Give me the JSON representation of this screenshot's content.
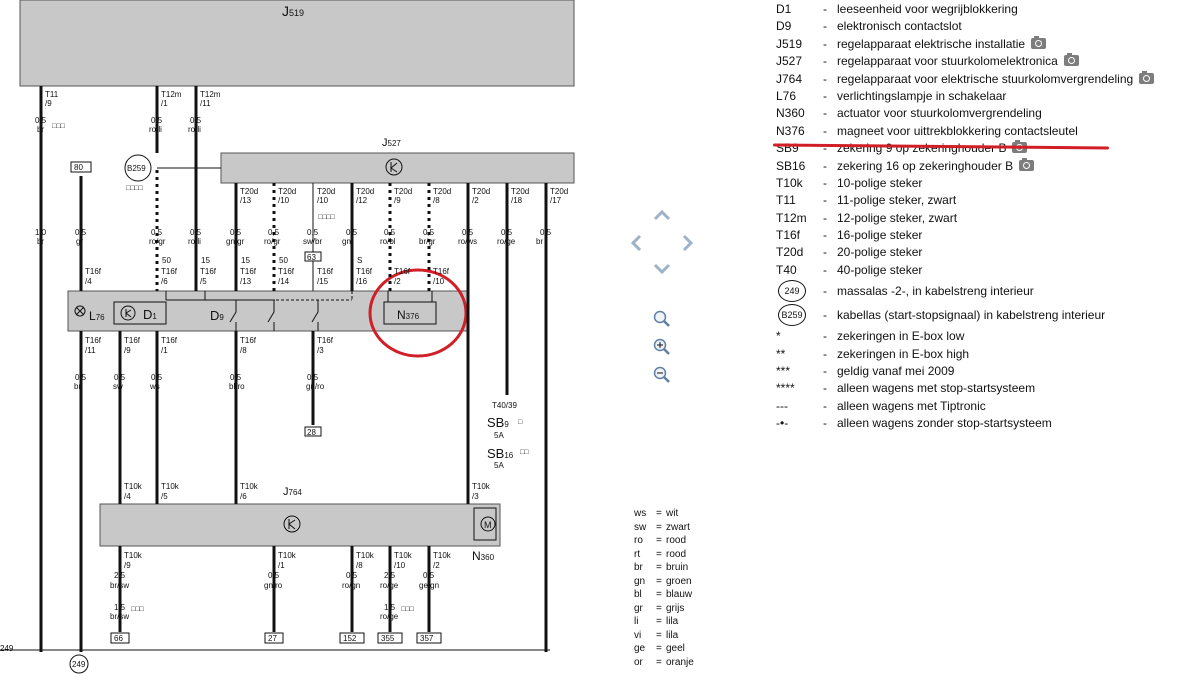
{
  "modules": {
    "j519": {
      "name": "J",
      "sub": "519"
    },
    "j527": {
      "name": "J",
      "sub": "527"
    },
    "j764": {
      "name": "J",
      "sub": "764"
    },
    "l76": {
      "name": "L",
      "sub": "76"
    },
    "d1": {
      "name": "D",
      "sub": "1"
    },
    "d9": {
      "name": "D",
      "sub": "9"
    },
    "n376": {
      "name": "N",
      "sub": "376"
    },
    "n360": {
      "name": "N",
      "sub": "360"
    },
    "b259": "B259",
    "sb9": {
      "name": "SB",
      "sub": "9",
      "amp": "5A"
    },
    "sb16": {
      "name": "SB",
      "sub": "16",
      "amp": "5A"
    },
    "t4039": "T40/39",
    "ground_249": "249",
    "left_249": "249"
  },
  "wires_top": [
    {
      "id": "w1",
      "conn": "T11",
      "pin": "/9",
      "size": "0,5",
      "color": "br",
      "note": "□□□"
    },
    {
      "id": "w2",
      "conn": "T12m",
      "pin": "/1",
      "size": "0,5",
      "color": "ro/li"
    },
    {
      "id": "w3",
      "conn": "T12m",
      "pin": "/11",
      "size": "0,5",
      "color": "ro/li"
    }
  ],
  "left_main": {
    "size": "1,0",
    "color": "br"
  },
  "b259_note": "□□□□",
  "box80": "80",
  "j527_pins": [
    {
      "id": "p1",
      "conn": "T20d",
      "pin": "/13",
      "size": "0,5",
      "color": "gn/gr"
    },
    {
      "id": "p2",
      "conn": "T20d",
      "pin": "/10",
      "size": "0,5",
      "color": "ro/gr"
    },
    {
      "id": "p3",
      "conn": "T20d",
      "pin": "/10",
      "size": "0,5",
      "color": "sw/br",
      "note": "□□□□",
      "box": "63"
    },
    {
      "id": "p4",
      "conn": "T20d",
      "pin": "/12",
      "size": "0,5",
      "color": "gn"
    },
    {
      "id": "p5",
      "conn": "T20d",
      "pin": "/9",
      "size": "0,5",
      "color": "ro/bl"
    },
    {
      "id": "p6",
      "conn": "T20d",
      "pin": "/8",
      "size": "0,5",
      "color": "br/gr"
    },
    {
      "id": "p7",
      "conn": "T20d",
      "pin": "/2",
      "size": "0,5",
      "color": "ro/ws"
    },
    {
      "id": "p8",
      "conn": "T20d",
      "pin": "/18",
      "size": "0,5",
      "color": "ro/ge"
    },
    {
      "id": "p9",
      "conn": "T20d",
      "pin": "/17",
      "size": "0,5",
      "color": "br"
    }
  ],
  "gr_wire": {
    "size": "0,5",
    "color": "gr"
  },
  "rogr_wire": {
    "size": "0,5",
    "color": "ro/gr"
  },
  "roli_wire": {
    "size": "0,5",
    "color": "ro/li"
  },
  "t16f_top": [
    {
      "id": "t1",
      "conn": "T16f",
      "pin": "/4"
    },
    {
      "id": "t2",
      "conn": "T16f",
      "pin": "/6",
      "term": "50"
    },
    {
      "id": "t3",
      "conn": "T16f",
      "pin": "/5",
      "term": "15"
    },
    {
      "id": "t4",
      "conn": "T16f",
      "pin": "/13",
      "term": "15"
    },
    {
      "id": "t5",
      "conn": "T16f",
      "pin": "/14",
      "term": "50"
    },
    {
      "id": "t6",
      "conn": "T16f",
      "pin": "/15"
    },
    {
      "id": "t7",
      "conn": "T16f",
      "pin": "/16",
      "term": "S"
    },
    {
      "id": "t8",
      "conn": "T16f",
      "pin": "/2"
    },
    {
      "id": "t9",
      "conn": "T16f",
      "pin": "/10"
    }
  ],
  "t16f_bottom": [
    {
      "id": "b1",
      "conn": "T16f",
      "pin": "/11",
      "size": "0,5",
      "color": "br"
    },
    {
      "id": "b2",
      "conn": "T16f",
      "pin": "/9",
      "size": "0,5",
      "color": "sw"
    },
    {
      "id": "b3",
      "conn": "T16f",
      "pin": "/1",
      "size": "0,5",
      "color": "ws"
    },
    {
      "id": "b4",
      "conn": "T16f",
      "pin": "/8",
      "size": "0,5",
      "color": "bl/ro"
    },
    {
      "id": "b5",
      "conn": "T16f",
      "pin": "/3",
      "size": "0,5",
      "color": "gn/ro",
      "box": "28"
    }
  ],
  "sb9_note": "□",
  "sb16_note": "□□",
  "t10k_top": [
    {
      "id": "k1",
      "conn": "T10k",
      "pin": "/4"
    },
    {
      "id": "k2",
      "conn": "T10k",
      "pin": "/5"
    },
    {
      "id": "k3",
      "conn": "T10k",
      "pin": "/6"
    },
    {
      "id": "k4",
      "conn": "T10k",
      "pin": "/3"
    }
  ],
  "t10k_bottom": [
    {
      "id": "m1",
      "conn": "T10k",
      "pin": "/9",
      "size": "2,5",
      "color": "br/sw",
      "size2": "1,5",
      "color2": "br/sw",
      "note": "□□□",
      "box": "66"
    },
    {
      "id": "m2",
      "conn": "T10k",
      "pin": "/1",
      "size": "0,5",
      "color": "gn/ro",
      "box": "27"
    },
    {
      "id": "m3",
      "conn": "T10k",
      "pin": "/8",
      "size": "0,5",
      "color": "ro/gn",
      "box": "152"
    },
    {
      "id": "m4",
      "conn": "T10k",
      "pin": "/10",
      "size": "2,5",
      "color": "ro/ge",
      "size2": "1,5",
      "color2": "ro/ge",
      "note": "□□□",
      "box": "355"
    },
    {
      "id": "m5",
      "conn": "T10k",
      "pin": "/2",
      "size": "0,5",
      "color": "ge/gn",
      "box": "357"
    }
  ],
  "legend": [
    {
      "code": "D1",
      "dash": "-",
      "desc": "leeseenheid voor wegrijblokkering"
    },
    {
      "code": "D9",
      "dash": "-",
      "desc": "elektronisch contactslot"
    },
    {
      "code": "J519",
      "dash": "-",
      "desc": "regelapparaat elektrische installatie",
      "camera": true
    },
    {
      "code": "J527",
      "dash": "-",
      "desc": "regelapparaat voor stuurkolomelektronica",
      "camera": true
    },
    {
      "code": "J764",
      "dash": "-",
      "desc": "regelapparaat voor elektrische stuurkolomvergrendeling",
      "camera": true
    },
    {
      "code": "L76",
      "dash": "-",
      "desc": "verlichtingslampje in schakelaar"
    },
    {
      "code": "N360",
      "dash": "-",
      "desc": "actuator voor stuurkolomvergrendeling"
    },
    {
      "code": "N376",
      "dash": "-",
      "desc": "magneet voor uittrekblokkering contactsleutel"
    },
    {
      "code": "SB9",
      "dash": "-",
      "desc": "zekering 9 op zekeringhouder B",
      "camera": true
    },
    {
      "code": "SB16",
      "dash": "-",
      "desc": "zekering 16 op zekeringhouder B",
      "camera": true
    },
    {
      "code": "T10k",
      "dash": "-",
      "desc": "10-polige steker"
    },
    {
      "code": "T11",
      "dash": "-",
      "desc": "11-polige steker, zwart"
    },
    {
      "code": "T12m",
      "dash": "-",
      "desc": "12-polige steker, zwart"
    },
    {
      "code": "T16f",
      "dash": "-",
      "desc": "16-polige steker"
    },
    {
      "code": "T20d",
      "dash": "-",
      "desc": "20-polige steker"
    },
    {
      "code": "T40",
      "dash": "-",
      "desc": "40-polige steker"
    },
    {
      "code": "249",
      "dash": "-",
      "desc": "massalas -2-, in kabelstreng interieur",
      "circle": true
    },
    {
      "code": "B259",
      "dash": "-",
      "desc": "kabellas (start-stopsignaal) in kabelstreng interieur",
      "circle": true
    },
    {
      "code": "*",
      "dash": "-",
      "desc": "zekeringen in E-box low"
    },
    {
      "code": "**",
      "dash": "-",
      "desc": "zekeringen in E-box high"
    },
    {
      "code": "***",
      "dash": "-",
      "desc": "geldig vanaf mei 2009"
    },
    {
      "code": "****",
      "dash": "-",
      "desc": "alleen wagens met stop-startsysteem"
    },
    {
      "code": "---",
      "dash": "-",
      "desc": "alleen wagens met Tiptronic"
    },
    {
      "code": "-•-",
      "dash": "-",
      "desc": "alleen wagens zonder stop-startsysteem"
    }
  ],
  "colors": [
    {
      "abbr": "ws",
      "eq": "=",
      "name": "wit"
    },
    {
      "abbr": "sw",
      "eq": "=",
      "name": "zwart"
    },
    {
      "abbr": "ro",
      "eq": "=",
      "name": "rood"
    },
    {
      "abbr": "rt",
      "eq": "=",
      "name": "rood"
    },
    {
      "abbr": "br",
      "eq": "=",
      "name": "bruin"
    },
    {
      "abbr": "gn",
      "eq": "=",
      "name": "groen"
    },
    {
      "abbr": "bl",
      "eq": "=",
      "name": "blauw"
    },
    {
      "abbr": "gr",
      "eq": "=",
      "name": "grijs"
    },
    {
      "abbr": "li",
      "eq": "=",
      "name": "lila"
    },
    {
      "abbr": "vi",
      "eq": "=",
      "name": "lila"
    },
    {
      "abbr": "ge",
      "eq": "=",
      "name": "geel"
    },
    {
      "abbr": "or",
      "eq": "=",
      "name": "oranje"
    }
  ],
  "palette": {
    "module": "#c8c8c8",
    "wire": "#111111",
    "highlight": "#d01f26",
    "nav": "#9eb3c9"
  }
}
